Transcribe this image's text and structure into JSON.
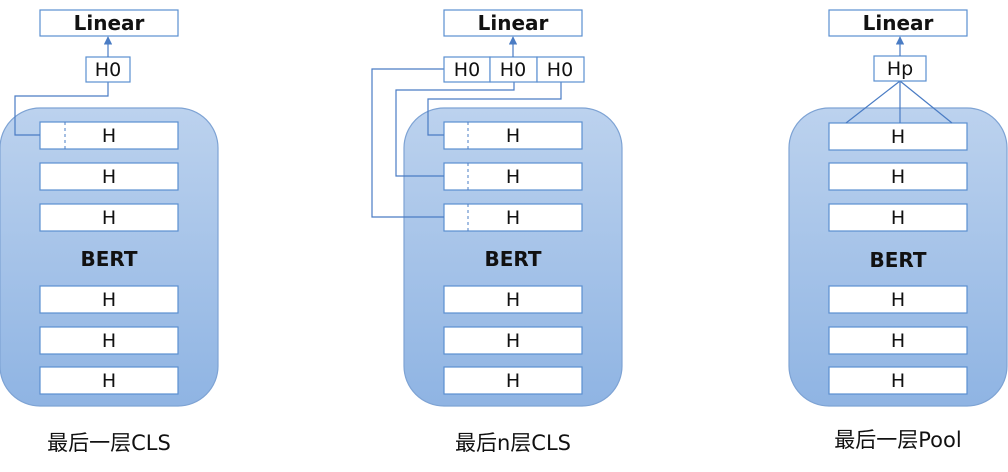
{
  "panels": [
    {
      "linear_label": "Linear",
      "output_labels": [
        "H0"
      ],
      "bert_label": "BERT",
      "layer_label": "H",
      "caption": "最后一层CLS"
    },
    {
      "linear_label": "Linear",
      "output_labels": [
        "H0",
        "H0",
        "H0"
      ],
      "bert_label": "BERT",
      "layer_label": "H",
      "caption": "最后n层CLS"
    },
    {
      "linear_label": "Linear",
      "output_labels": [
        "Hp"
      ],
      "bert_label": "BERT",
      "layer_label": "H",
      "caption": "最后一层Pool"
    }
  ],
  "colors": {
    "bert_fill_top": "#bcd2ee",
    "bert_fill_bottom": "#8fb4e3",
    "line": "#4a7cc4"
  }
}
